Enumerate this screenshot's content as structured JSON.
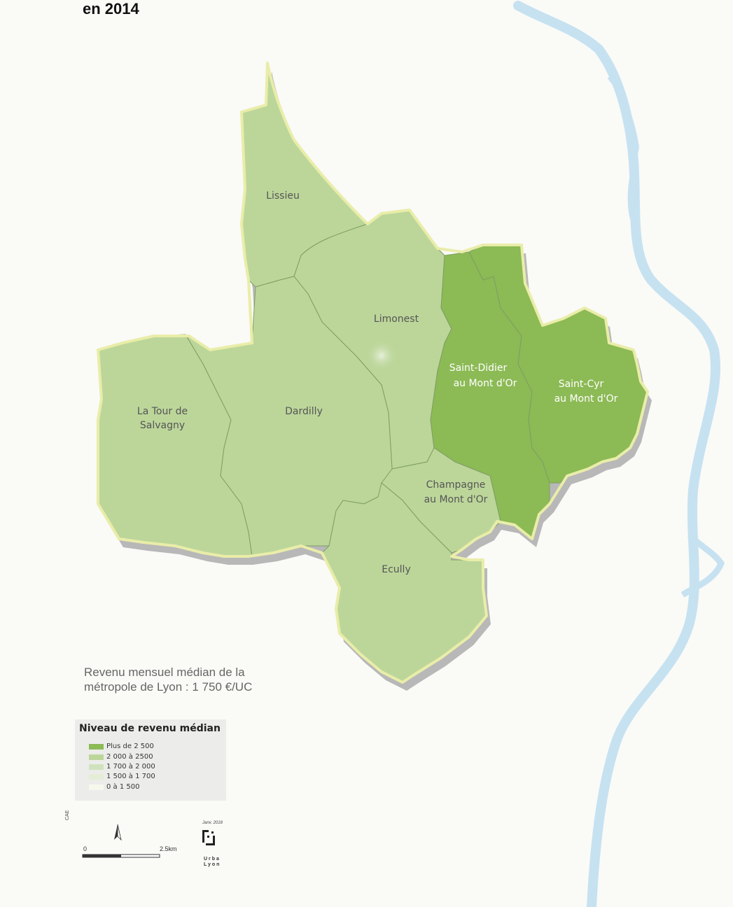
{
  "title": "en 2014",
  "communes": [
    {
      "name": "Lissieu",
      "level": "2 000  à  2500"
    },
    {
      "name": "Limonest",
      "level": "2 000  à  2500"
    },
    {
      "name": "La Tour de Salvagny",
      "line1": "La Tour de",
      "line2": "Salvagny",
      "level": "2 000  à  2500"
    },
    {
      "name": "Dardilly",
      "level": "2 000  à  2500"
    },
    {
      "name": "Saint-Didier au Mont d'Or",
      "line1": "Saint-Didier",
      "line2": "au Mont d'Or",
      "level": "Plus de 2 500"
    },
    {
      "name": "Saint-Cyr au Mont d'Or",
      "line1": "Saint-Cyr",
      "line2": "au Mont d'Or",
      "level": "Plus de 2 500"
    },
    {
      "name": "Champagne au Mont d'Or",
      "line1": "Champagne",
      "line2": "au Mont d'Or",
      "level": "2 000  à  2500"
    },
    {
      "name": "Ecully",
      "level": "2 000  à  2500"
    }
  ],
  "median_note": "Revenu mensuel médian de la métropole de Lyon : 1 750 €/UC",
  "legend": {
    "title": "Niveau de revenu médian",
    "items": [
      {
        "label": "Plus de 2 500",
        "color": "#8cba55"
      },
      {
        "label": "2 000  à  2500",
        "color": "#bcd69a"
      },
      {
        "label": "1 700 à 2 000",
        "color": "#d0e2bd"
      },
      {
        "label": "1 500 à 1 700",
        "color": "#e4eed5"
      },
      {
        "label": "0 à 1 500",
        "color": "#f6f8ec"
      }
    ]
  },
  "scale": {
    "start": "0",
    "end": "2.5km"
  },
  "credit": "CAE",
  "brand": {
    "date": "Janv. 2018",
    "name": "Urba Lyon"
  },
  "colors": {
    "river": "#c6e2f1",
    "border": "#e9eda8",
    "shadow": "#b8b8b8",
    "commune_line": "#7f9e63"
  },
  "icons": [
    "north-arrow-icon",
    "urbalyon-logo-icon"
  ]
}
